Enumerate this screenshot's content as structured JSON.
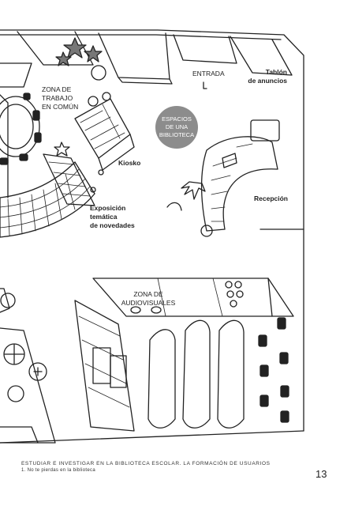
{
  "labels": {
    "entrada": "ENTRADA",
    "tablon_line1": "Tablón",
    "tablon_line2": "de anuncios",
    "zona_trabajo_line1": "ZONA DE",
    "zona_trabajo_line2": "TRABAJO",
    "zona_trabajo_line3": "EN COMÚN",
    "kiosko": "Kiosko",
    "exposicion_line1": "Exposición",
    "exposicion_line2": "temática",
    "exposicion_line3": "de novedades",
    "recepcion": "Recepción",
    "audiovisuales_line1": "ZONA DE",
    "audiovisuales_line2": "AUDIOVISUALES"
  },
  "badge": {
    "line1": "ESPACIOS",
    "line2": "DE UNA",
    "line3": "BIBLIOTECA",
    "color": "#8c8c8c"
  },
  "footer": {
    "title": "ESTUDIAR E INVESTIGAR EN LA BIBLIOTECA ESCOLAR. LA FORMACIÓN DE USUARIOS",
    "subtitle": "1. No te pierdas en la biblioteca"
  },
  "page_number": "13"
}
